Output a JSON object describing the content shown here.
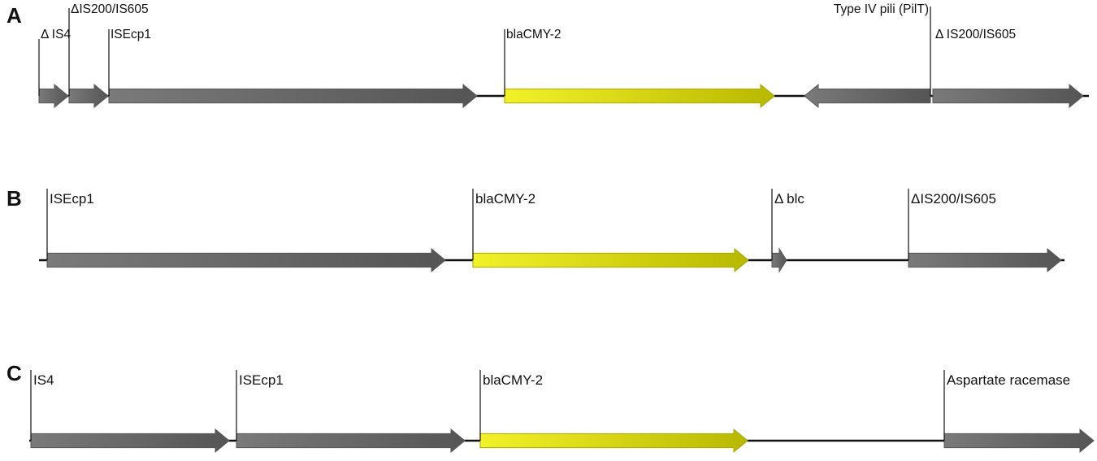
{
  "colors": {
    "gene": "#6b6b6b",
    "gene_dark": "#555555",
    "bla": "#d8d818",
    "bla_light": "#f0f030",
    "bla_dark": "#a8a800",
    "line": "#111111"
  },
  "panels": [
    {
      "letter": "A",
      "genes": [
        {
          "label": "Δ IS4",
          "dir": "right",
          "color": "gray"
        },
        {
          "label": "ΔIS200/IS605",
          "dir": "right",
          "color": "gray"
        },
        {
          "label": "ISEcp1",
          "dir": "right",
          "color": "gray"
        },
        {
          "label": "blaCMY-2",
          "dir": "right",
          "color": "yellow"
        },
        {
          "label": "Type IV pili (PilT)",
          "dir": "left",
          "color": "gray"
        },
        {
          "label": "Δ IS200/IS605",
          "dir": "right",
          "color": "gray"
        }
      ]
    },
    {
      "letter": "B",
      "genes": [
        {
          "label": "ISEcp1",
          "dir": "right",
          "color": "gray"
        },
        {
          "label": "blaCMY-2",
          "dir": "right",
          "color": "yellow"
        },
        {
          "label": "Δ blc",
          "dir": "right",
          "color": "gray"
        },
        {
          "label": "ΔIS200/IS605",
          "dir": "right",
          "color": "gray"
        }
      ]
    },
    {
      "letter": "C",
      "genes": [
        {
          "label": "IS4",
          "dir": "right",
          "color": "gray"
        },
        {
          "label": "ISEcp1",
          "dir": "right",
          "color": "gray"
        },
        {
          "label": "blaCMY-2",
          "dir": "right",
          "color": "yellow"
        },
        {
          "label": "Aspartate racemase",
          "dir": "right",
          "color": "gray"
        }
      ]
    }
  ]
}
